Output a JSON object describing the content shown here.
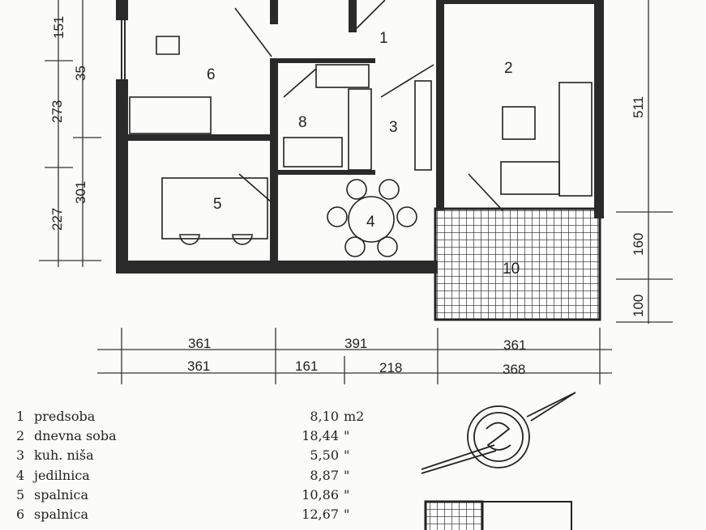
{
  "rooms": [
    {
      "id": "1"
    },
    {
      "id": "2"
    },
    {
      "id": "3"
    },
    {
      "id": "4"
    },
    {
      "id": "5"
    },
    {
      "id": "6"
    },
    {
      "id": "8"
    },
    {
      "id": "10"
    }
  ],
  "dimensions": {
    "left_outer": [
      "151",
      "273",
      "227"
    ],
    "left_inner": [
      "35",
      "301"
    ],
    "right": [
      "511",
      "160",
      "100"
    ],
    "bottom_row1": [
      "361",
      "391",
      "361"
    ],
    "bottom_row2": [
      "361",
      "161",
      "218",
      "368"
    ]
  },
  "legend": [
    {
      "num": "1",
      "label": "predsoba",
      "area": "8,10",
      "unit": "m2"
    },
    {
      "num": "2",
      "label": "dnevna soba",
      "area": "18,44",
      "unit": "\""
    },
    {
      "num": "3",
      "label": "kuh. niša",
      "area": "5,50",
      "unit": "\""
    },
    {
      "num": "4",
      "label": "jedilnica",
      "area": "8,87",
      "unit": "\""
    },
    {
      "num": "5",
      "label": "spalnica",
      "area": "10,86",
      "unit": "\""
    },
    {
      "num": "6",
      "label": "spalnica",
      "area": "12,67",
      "unit": "\""
    }
  ]
}
